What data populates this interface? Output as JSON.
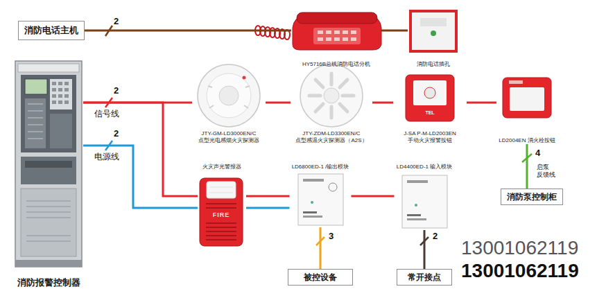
{
  "diagram": {
    "nodes": [
      {
        "text": [
          "消防电话主机"
        ]
      },
      {
        "text": [
          "HY5716B总线消防电话分机"
        ]
      },
      {
        "text": [
          "消防电话插孔"
        ]
      },
      {
        "text": [
          "消防报警控制器"
        ]
      },
      {
        "text": [
          "JTY-GM-LD3000EN/C 点型光电感烟火灾探测器"
        ]
      },
      {
        "text": [
          "JTY-ZDM-LD3300EN/C 点型感温火灾探测器（A2S）"
        ]
      },
      {
        "text": [
          "J-SA P-M-LD2003EN 手动火灾报警按钮"
        ]
      },
      {
        "text": [
          "LD2004EN 消火栓按钮"
        ]
      },
      {
        "text": [
          "火灾声光警报器"
        ]
      },
      {
        "text": [
          "LD6800ED-1 /输出模块"
        ]
      },
      {
        "text": [
          "LD4400ED-1 输入模块"
        ]
      },
      {
        "text": [
          "消防泵控制柜"
        ]
      },
      {
        "text": [
          "被控设备"
        ]
      },
      {
        "text": [
          "常开接点"
        ]
      }
    ],
    "edges": [
      {
        "from": 0,
        "to": 1,
        "arrow": "none",
        "label": "2"
      },
      {
        "from": 1,
        "to": 2,
        "arrow": "none"
      },
      {
        "from": 3,
        "to": 4,
        "arrow": "none",
        "label": "2"
      },
      {
        "from": 4,
        "to": 5,
        "arrow": "none"
      },
      {
        "from": 5,
        "to": 6,
        "arrow": "none"
      },
      {
        "from": 6,
        "to": 7,
        "arrow": "none"
      },
      {
        "from": 3,
        "to": 8,
        "arrow": "none"
      },
      {
        "from": 8,
        "to": 9,
        "arrow": "none"
      },
      {
        "from": 9,
        "to": 10,
        "arrow": "none"
      },
      {
        "from": 3,
        "to": 8,
        "arrow": "none",
        "label": "2"
      },
      {
        "from": 8,
        "to": 9,
        "arrow": "none"
      },
      {
        "from": 7,
        "to": 11,
        "arrow": "none",
        "label": "4"
      },
      {
        "from": 9,
        "to": 12,
        "arrow": "none",
        "label": "3"
      },
      {
        "from": 10,
        "to": 13,
        "arrow": "none",
        "label": "2"
      }
    ],
    "labels": [
      "信号线",
      "电源线",
      "启泵 反馈线",
      "FIRE",
      "TEL",
      "13001062119",
      "13001062119"
    ]
  }
}
